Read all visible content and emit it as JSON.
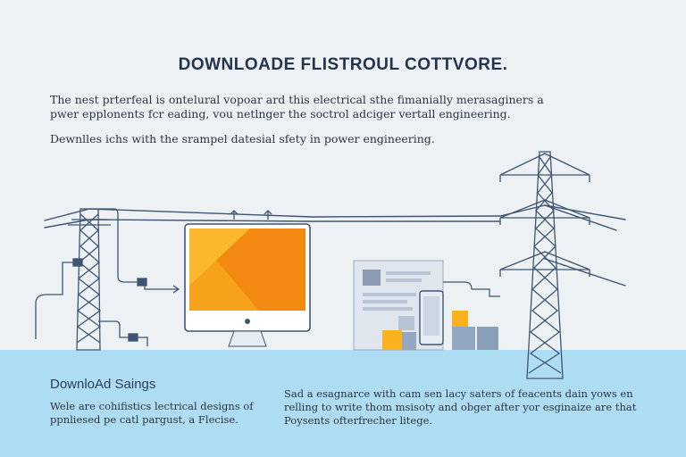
{
  "header": {
    "title": "DOWNLOADE FLISTROUL COTTVORE.",
    "intro_line1": "The nest prterfeal is ontelural vopoar ard this electrical sthe fimanially merasaginers a",
    "intro_line2": "pwer epplonents fcr eading, vou netlnger the soctrol adciger vertall engineering.",
    "intro_line3": "Dewnlles ichs with the srampel datesial sfety in power engineering."
  },
  "left_panel": {
    "heading": "DownloАd Saings",
    "line1": "Wele are cohifistics lectrical designs of",
    "line2": "ppnliesed pe catl pargust, a Flecise."
  },
  "right_panel": {
    "line1": "Sad a esagnarce with cam sen lacy saters of feacents dain yows en",
    "line2": "relling to write thom msisoty and obger after yor esginaize are that",
    "line3": "Poysents ofterfrecher litege."
  },
  "colors": {
    "background": "#eef1f4",
    "ground": "#aedcf2",
    "line_art": "#3d5572",
    "screen_orange": "#f7a21b",
    "screen_orange_dark": "#f28a12",
    "box_orange": "#fbb21e",
    "box_gray": "#93a8c0"
  },
  "icons": [
    "transmission-tower-icon",
    "monitor-icon",
    "document-icon",
    "phone-icon",
    "box-stack-icon"
  ]
}
